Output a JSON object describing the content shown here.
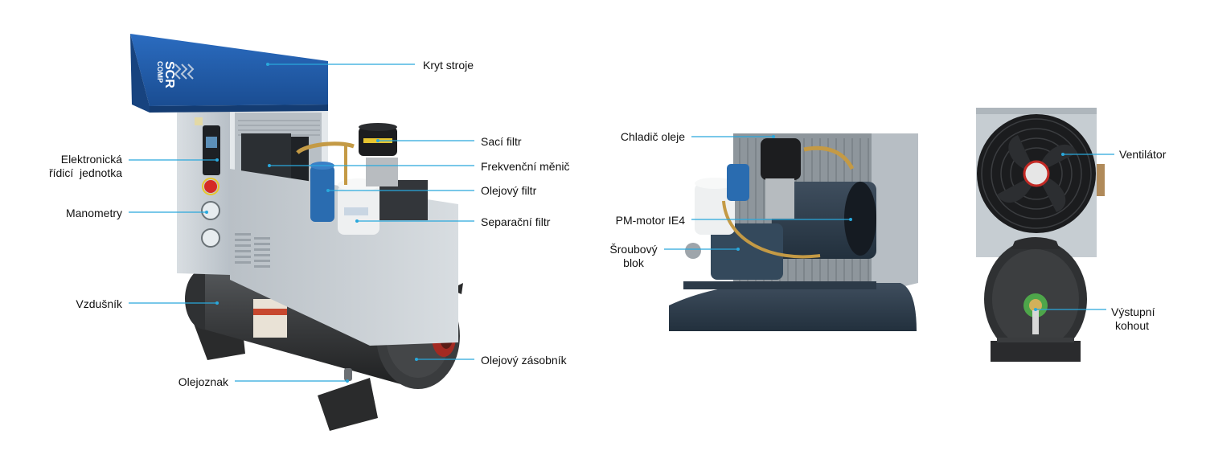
{
  "colors": {
    "leader": "#29a8dc",
    "cover_blue": "#1f5aa8",
    "cabinet": "#c9d0d6",
    "tank": "#37393b",
    "filter_blue": "#2a6cb0",
    "tank_front": "#3c3e40"
  },
  "logo": {
    "line1": "SCR",
    "line2": "COMP"
  },
  "labels": {
    "kryt_stroje": "Kryt stroje",
    "saci_filtr": "Sací filtr",
    "frekvencni_menic": "Frekvenční měnič",
    "olejovy_filtr": "Olejový filtr",
    "separacni_filtr": "Separační filtr",
    "olejovy_zasobnik": "Olejový zásobník",
    "elektronicka_1": "Elektronická",
    "elektronicka_2": "řídicí  jednotka",
    "manometry": "Manometry",
    "vzdusnik": "Vzdušník",
    "olejoznak": "Olejoznak",
    "chladic_oleje": "Chladič oleje",
    "pm_motor": "PM-motor IE4",
    "sroubovy_1": "Šroubový",
    "sroubovy_2": "blok",
    "ventilator": "Ventilátor",
    "vystupni_1": "Výstupní",
    "vystupni_2": "kohout"
  }
}
